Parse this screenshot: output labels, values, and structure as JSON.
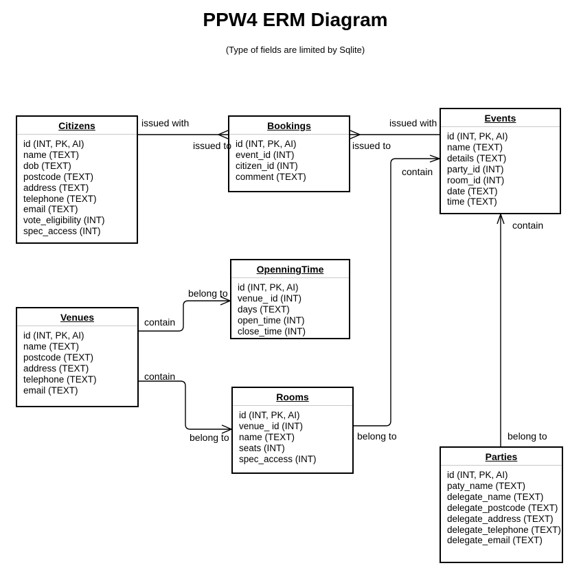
{
  "header": {
    "title": "PPW4 ERM Diagram",
    "subtitle": "(Type of fields are limited by Sqlite)"
  },
  "entities": {
    "citizens": {
      "title": "Citizens",
      "fields": [
        "id (INT, PK, AI)",
        "name (TEXT)",
        "dob (TEXT)",
        "postcode (TEXT)",
        "address (TEXT)",
        "telephone (TEXT)",
        "email (TEXT)",
        "vote_eligibility (INT)",
        "spec_access (INT)"
      ]
    },
    "bookings": {
      "title": "Bookings",
      "fields": [
        "id (INT, PK, AI)",
        "event_id (INT)",
        "citizen_id (INT)",
        "comment (TEXT)"
      ]
    },
    "events": {
      "title": "Events",
      "fields": [
        "id (INT, PK, AI)",
        "name (TEXT)",
        "details (TEXT)",
        "party_id (INT)",
        "room_id (INT)",
        "date (TEXT)",
        "time (TEXT)"
      ]
    },
    "openningtime": {
      "title": "OpenningTime",
      "fields": [
        "id (INT, PK, AI)",
        "venue_ id (INT)",
        "days (TEXT)",
        "open_time (INT)",
        "close_time (INT)"
      ]
    },
    "venues": {
      "title": "Venues",
      "fields": [
        "id (INT, PK, AI)",
        "name (TEXT)",
        "postcode (TEXT)",
        "address (TEXT)",
        "telephone (TEXT)",
        "email (TEXT)"
      ]
    },
    "rooms": {
      "title": "Rooms",
      "fields": [
        "id (INT, PK, AI)",
        "venue_ id (INT)",
        "name (TEXT)",
        "seats (INT)",
        "spec_access (INT)"
      ]
    },
    "parties": {
      "title": "Parties",
      "fields": [
        "id (INT, PK, AI)",
        "paty_name (TEXT)",
        "delegate_name (TEXT)",
        "delegate_postcode (TEXT)",
        "delegate_address (TEXT)",
        "delegate_telephone (TEXT)",
        "delegate_email (TEXT)"
      ]
    }
  },
  "edges": {
    "citizens_bookings": {
      "citizens_side": "issued with",
      "bookings_side": "issued to"
    },
    "bookings_events": {
      "events_side": "issued with",
      "bookings_side": "issued to"
    },
    "events_rooms": {
      "events_side": "contain",
      "rooms_side": "belong to"
    },
    "events_parties": {
      "events_side": "contain",
      "parties_side": "belong to"
    },
    "venues_openningtime": {
      "venues_side": "contain",
      "openningtime_side": "belong to"
    },
    "venues_rooms": {
      "venues_side": "contain",
      "rooms_side": "belong to"
    }
  },
  "colors": {
    "line": "#000000",
    "divider": "#c8c8c8",
    "background": "#ffffff",
    "text": "#000000"
  }
}
